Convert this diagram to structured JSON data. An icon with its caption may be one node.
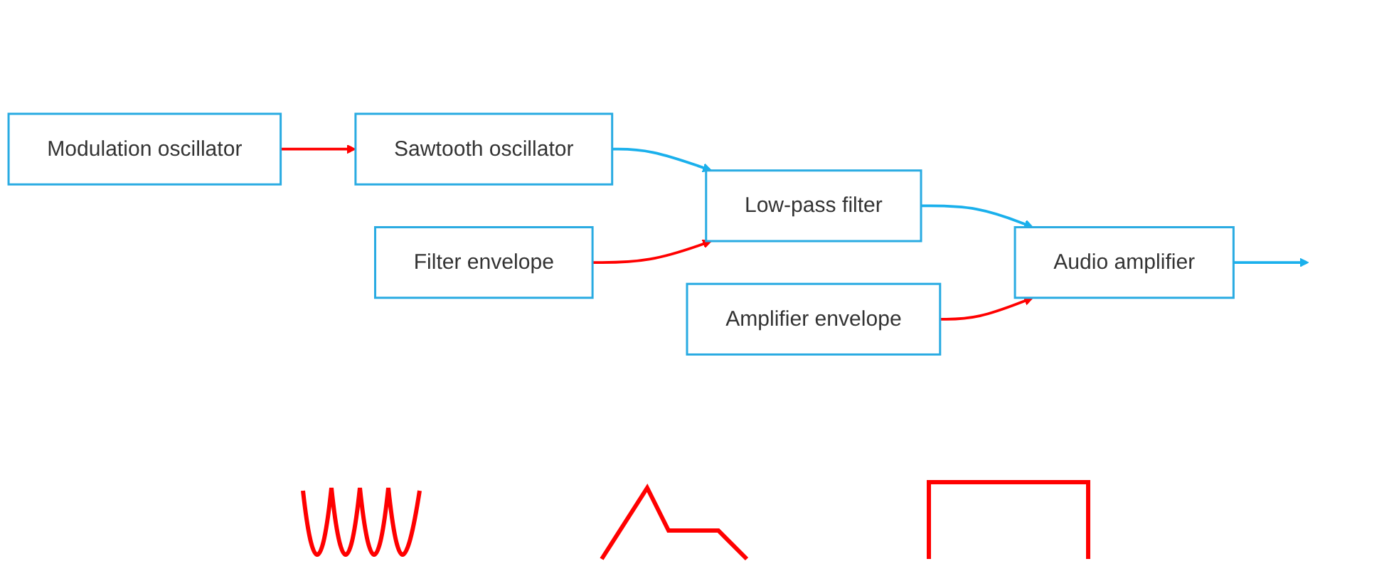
{
  "diagram": {
    "nodes": [
      {
        "text": [
          "Sawtooth oscillator"
        ]
      },
      {
        "text": [
          "Low-pass filter"
        ]
      },
      {
        "text": [
          "Audio amplifier"
        ]
      },
      {
        "text": [
          "Modulation oscillator"
        ]
      },
      {
        "text": [
          "Filter envelope"
        ]
      },
      {
        "text": [
          "Amplifier envelope"
        ]
      }
    ],
    "edges": [
      {
        "from": 0,
        "to": 1,
        "arrow": "to"
      },
      {
        "from": 1,
        "to": 2,
        "arrow": "to"
      },
      {
        "from": 2,
        "to": null,
        "arrow": "to"
      },
      {
        "from": 3,
        "to": 0,
        "arrow": "to",
        "color": "#ff0000"
      },
      {
        "from": 4,
        "to": 1,
        "arrow": "to",
        "color": "#ff0000"
      },
      {
        "from": 5,
        "to": 2,
        "arrow": "to",
        "color": "#ff0000"
      }
    ]
  }
}
